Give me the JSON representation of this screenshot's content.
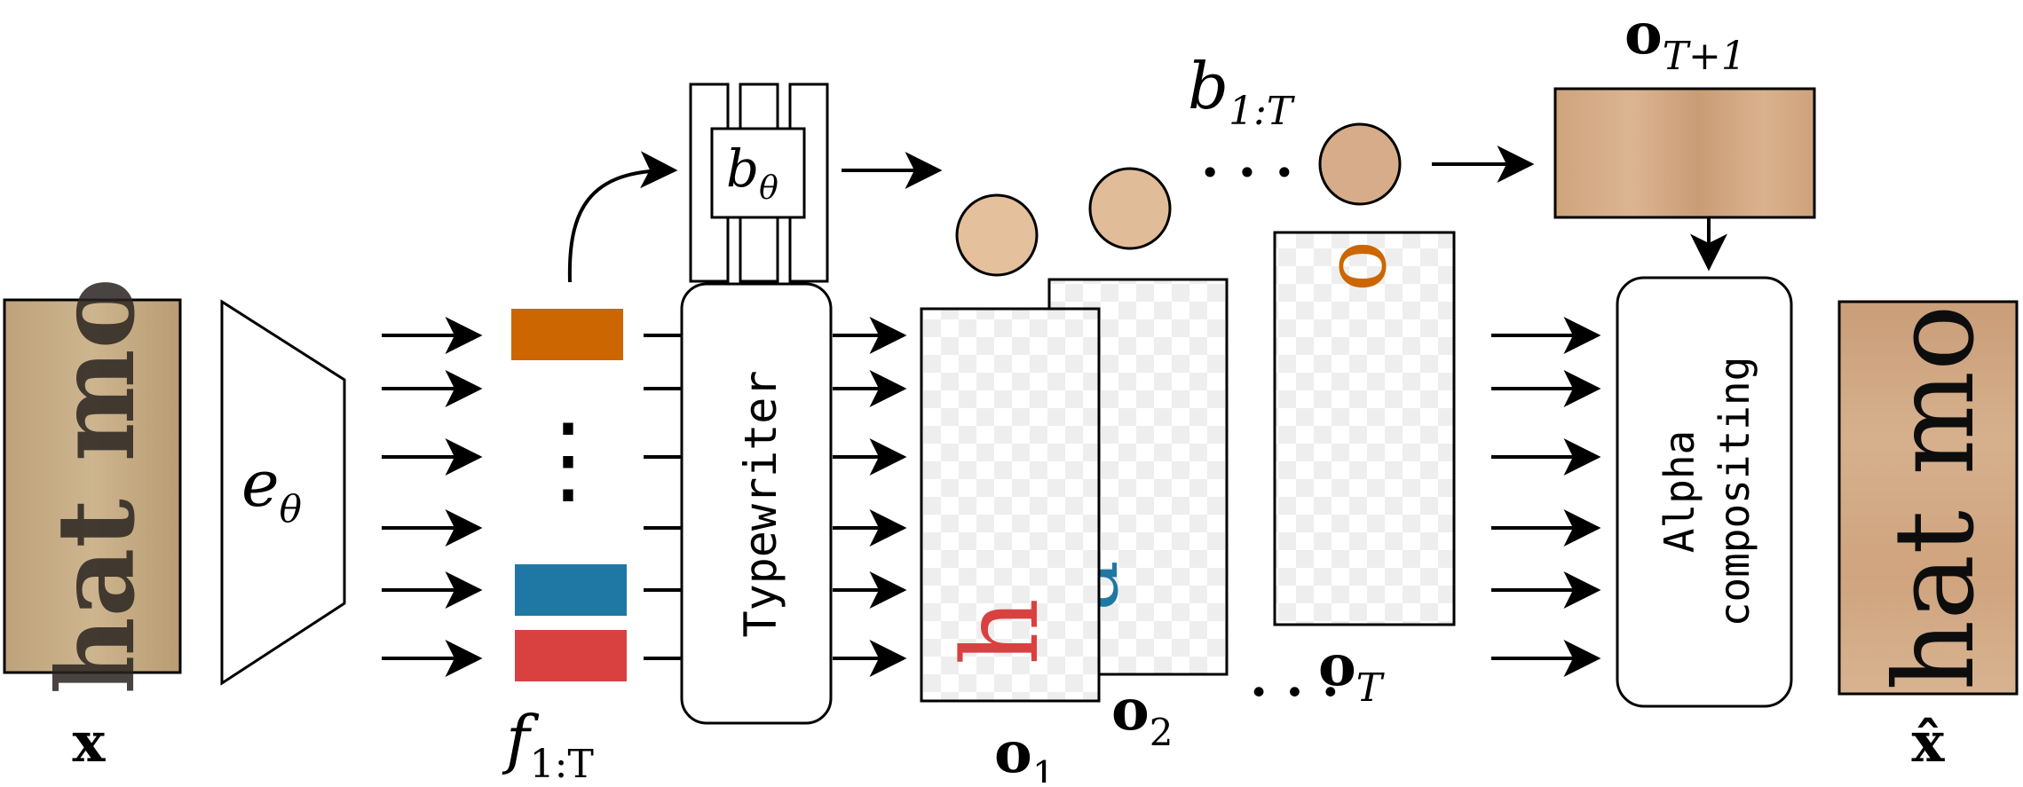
{
  "input": {
    "crop_text": "hat mo",
    "label": "x"
  },
  "encoder": {
    "label_base": "e",
    "label_sub": "θ"
  },
  "features": {
    "dots": "⋮",
    "label_base": "f",
    "label_sub": "1:T",
    "colors": [
      "#cc6600",
      "#1f77a4",
      "#d94141"
    ]
  },
  "typewriter": {
    "label": "Typewriter"
  },
  "background_net": {
    "label_base": "b",
    "label_sub": "θ"
  },
  "background_params": {
    "label_base": "b",
    "label_sub": "1:T",
    "dots": "· · ·",
    "color": "#ddbb99"
  },
  "layers": {
    "o1": {
      "glyph": "h",
      "color": "#d94141",
      "label_base": "o",
      "label_sub": "1"
    },
    "o2": {
      "glyph": "a",
      "color": "#1f77a4",
      "label_base": "o",
      "label_sub": "2"
    },
    "oT": {
      "glyph": "o",
      "color": "#cc6600",
      "label_base": "o",
      "label_sub": "T"
    },
    "dots": "· · ·"
  },
  "background_layer": {
    "label_base": "o",
    "label_sub": "T+1",
    "color": "#d7a981"
  },
  "compositing": {
    "line1": "Alpha",
    "line2": "compositing"
  },
  "output": {
    "crop_text": "hat mo",
    "label": "x̂"
  }
}
